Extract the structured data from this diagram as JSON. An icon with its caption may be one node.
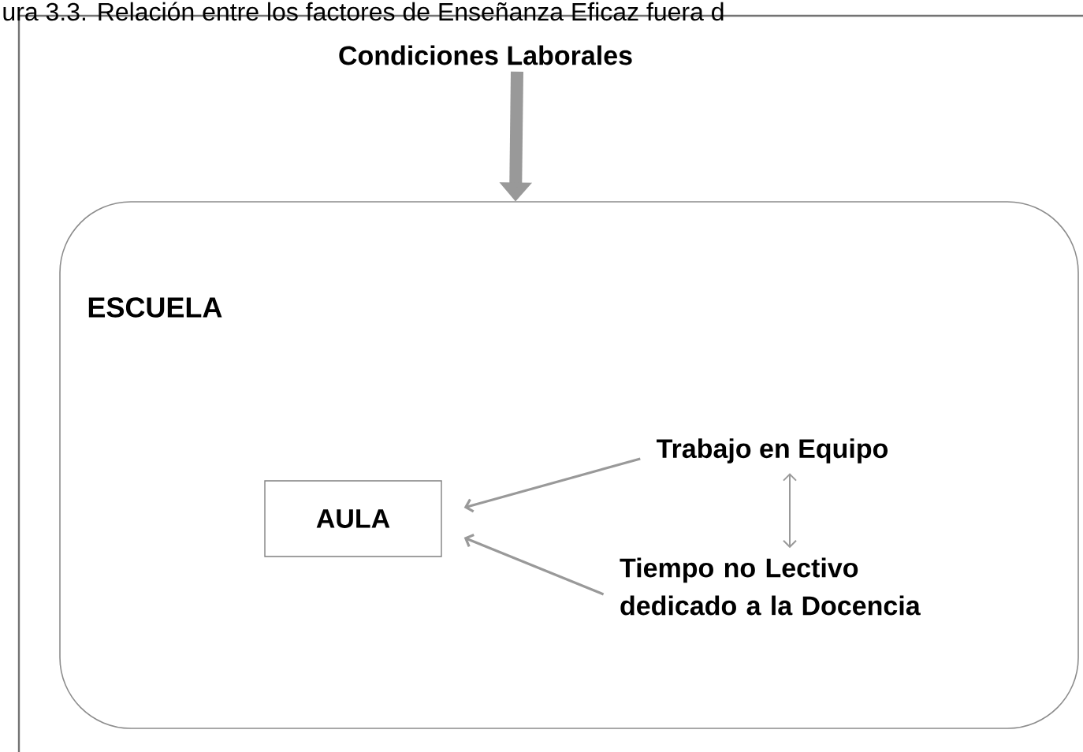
{
  "diagram": {
    "caption": "ura 3.3. Relación entre los factores de Enseñanza Eficaz fuera d",
    "nodes": [
      {
        "text": [
          "Condiciones Laborales"
        ]
      },
      {
        "text": [
          "ESCUELA"
        ]
      },
      {
        "text": [
          "AULA"
        ],
        "in": 1
      },
      {
        "text": [
          "Trabajo en Equipo"
        ],
        "in": 1
      },
      {
        "text": [
          "Tiempo no Lectivo dedicado a la Docencia"
        ],
        "in": 1
      }
    ],
    "edges": [
      {
        "from": 0,
        "to": 1,
        "arrow": "to",
        "style": "thick"
      },
      {
        "from": 3,
        "to": 2,
        "arrow": "to"
      },
      {
        "from": 4,
        "to": 2,
        "arrow": "to"
      },
      {
        "from": 3,
        "to": 4,
        "arrow": "both"
      }
    ]
  }
}
